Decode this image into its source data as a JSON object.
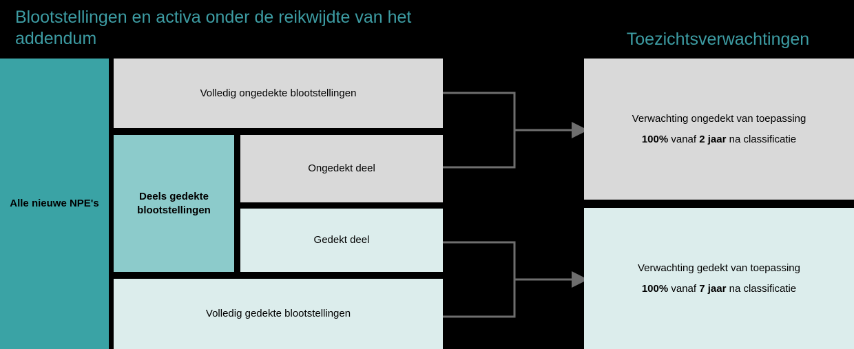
{
  "titles": {
    "left": "Blootstellingen en activa onder de reikwijdte van het addendum",
    "right": "Toezichtsverwachtingen"
  },
  "colors": {
    "title_teal": "#3d9ca3",
    "teal_dark": "#3aa3a5",
    "teal_mid": "#8ccbcb",
    "teal_light": "#dcedec",
    "gray": "#d9d9d9",
    "background": "#000000",
    "connector_gray": "#6e6e6e"
  },
  "left_column": {
    "all_npe_label": "Alle nieuwe NPE's"
  },
  "exposures": {
    "fully_uncovered": "Volledig ongedekte blootstellingen",
    "partially_covered": "Deels gedekte blootstellingen",
    "uncovered_part": "Ongedekt deel",
    "covered_part": "Gedekt deel",
    "fully_covered": "Volledig gedekte blootstellingen"
  },
  "expectations": {
    "uncovered": {
      "line1": "Verwachting ongedekt van toepassing",
      "line2_percent": "100%",
      "line2_mid": " vanaf ",
      "line2_years": "2 jaar",
      "line2_end": " na classificatie"
    },
    "covered": {
      "line1": "Verwachting gedekt van toepassing",
      "line2_percent": "100%",
      "line2_mid": " vanaf ",
      "line2_years": "7 jaar",
      "line2_end": " na classificatie"
    }
  },
  "connectors": [
    {
      "name": "bracket-uncovered-to-expectation"
    },
    {
      "name": "bracket-covered-to-expectation"
    }
  ]
}
